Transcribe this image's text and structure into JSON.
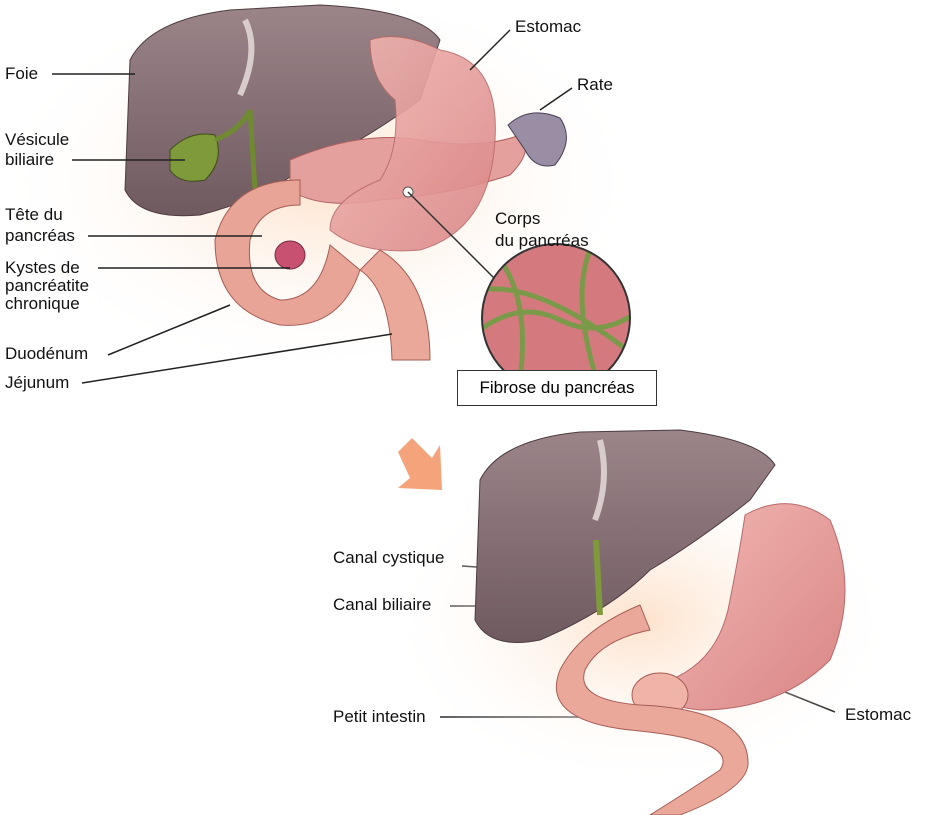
{
  "top_diagram": {
    "labels": {
      "foie": "Foie",
      "vesicule_1": "Vésicule",
      "vesicule_2": "biliaire",
      "tete_1": "Tête du",
      "tete_2": "pancréas",
      "kystes_1": "Kystes de",
      "kystes_2": "pancréatite",
      "kystes_3": "chronique",
      "duodenum": "Duodénum",
      "jejunum": "Jéjunum",
      "estomac": "Estomac",
      "rate": "Rate",
      "corps_1": "Corps",
      "corps_2": "du pancréas"
    },
    "inset_caption": "Fibrose du pancréas"
  },
  "transition_arrow": {
    "icon": "arrow-down-right",
    "color": "#f4a37a"
  },
  "bottom_diagram": {
    "labels": {
      "canal_cystique": "Canal cystique",
      "canal_biliaire": "Canal biliaire",
      "petit_intestin": "Petit intestin",
      "estomac": "Estomac"
    }
  },
  "colors": {
    "liver": "#8a7479",
    "stomach": "#e9a0a0",
    "gallbladder": "#7f9a3a",
    "intestine": "#e8a597",
    "glow": "#fde6d2"
  }
}
